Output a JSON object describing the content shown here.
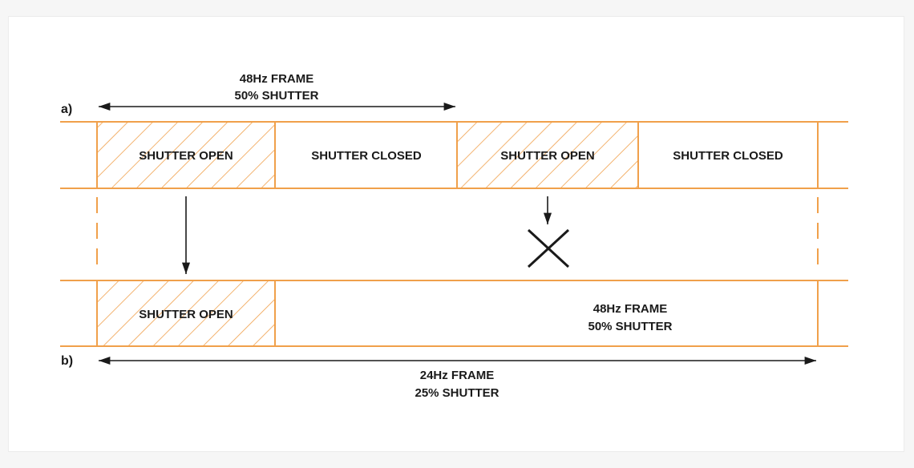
{
  "colors": {
    "accent": "#f0a04b",
    "ink": "#1a1a1a",
    "background": "#ffffff"
  },
  "diagram": {
    "row_a_label": "a)",
    "row_b_label": "b)",
    "top_arrow": {
      "line1": "48Hz FRAME",
      "line2": "50% SHUTTER"
    },
    "row_a_cells": [
      "SHUTTER OPEN",
      "SHUTTER CLOSED",
      "SHUTTER OPEN",
      "SHUTTER CLOSED"
    ],
    "row_b_open": "SHUTTER OPEN",
    "row_b_text": {
      "line1": "48Hz FRAME",
      "line2": "50% SHUTTER"
    },
    "bottom_arrow": {
      "line1": "24Hz FRAME",
      "line2": "25% SHUTTER"
    }
  }
}
